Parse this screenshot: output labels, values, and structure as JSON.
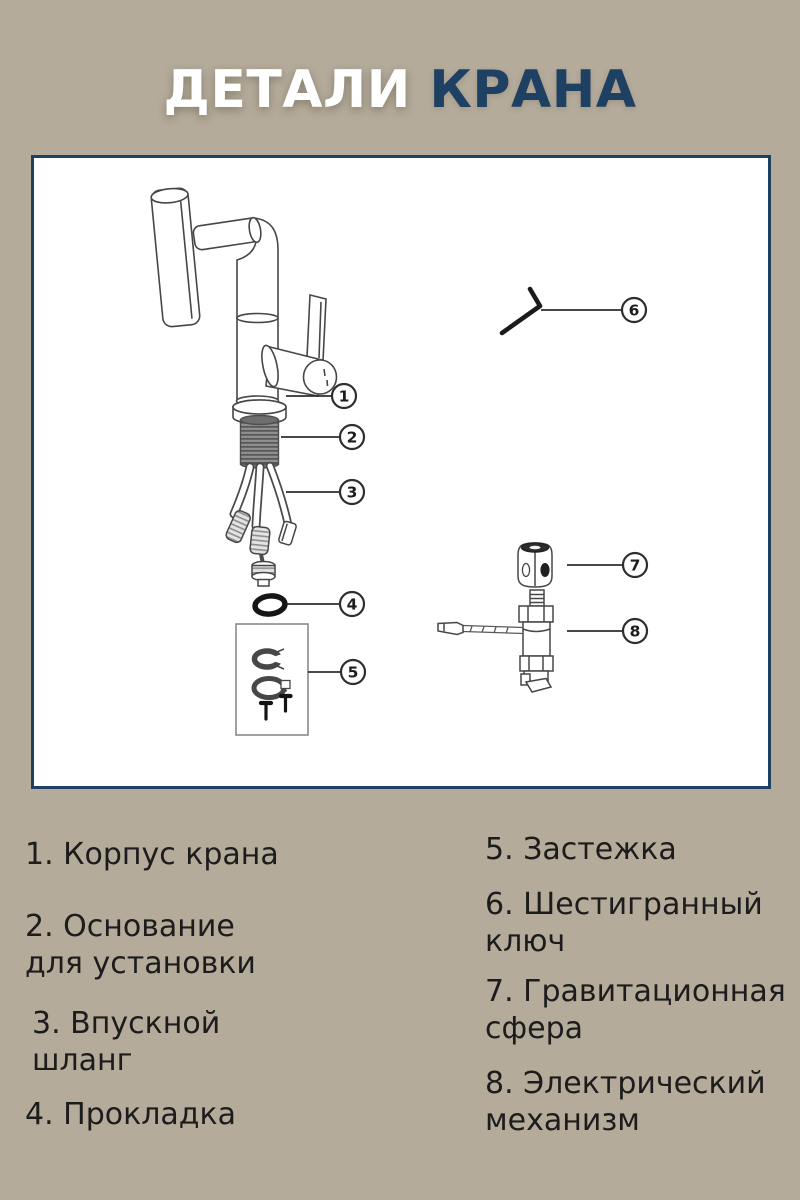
{
  "colors": {
    "background": "#b4ab9b",
    "accent_navy": "#1e4063",
    "panel_bg": "#ffffff",
    "panel_border": "#1e4063",
    "text_dark": "#1c1c1c",
    "line_art": "#474747"
  },
  "title": {
    "word1": "ДЕТАЛИ",
    "word2": "КРАНА"
  },
  "diagram": {
    "description": "exploded-view line drawing of a faucet with numbered callouts",
    "callout_numbers": [
      "1",
      "2",
      "3",
      "4",
      "5",
      "6",
      "7",
      "8"
    ]
  },
  "parts_list": {
    "left": [
      {
        "label": "1. Корпус крана"
      },
      {
        "label": "2. Основание\nдля установки"
      },
      {
        "label": "3. Впускной\nшланг"
      },
      {
        "label": "4. Прокладка"
      }
    ],
    "right": [
      {
        "label": "5. Застежка"
      },
      {
        "label": "6. Шестигранный\nключ"
      },
      {
        "label": "7. Гравитационная\nсфера"
      },
      {
        "label": "8. Электрический\nмеханизм"
      }
    ]
  }
}
